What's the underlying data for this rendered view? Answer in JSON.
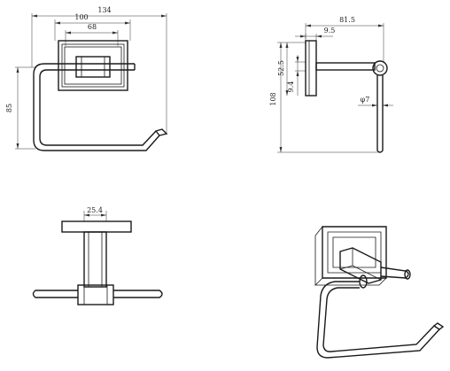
{
  "dimensions": {
    "front_width_total": "134",
    "front_width_plate": "100",
    "front_width_block": "68",
    "front_height": "85",
    "side_depth": "81.5",
    "side_plate_thickness": "9.5",
    "side_center_height": "52.5",
    "side_block_height": "9.4",
    "side_total_height": "108",
    "side_rod_diameter": "φ7",
    "top_base_depth": "25.4"
  }
}
